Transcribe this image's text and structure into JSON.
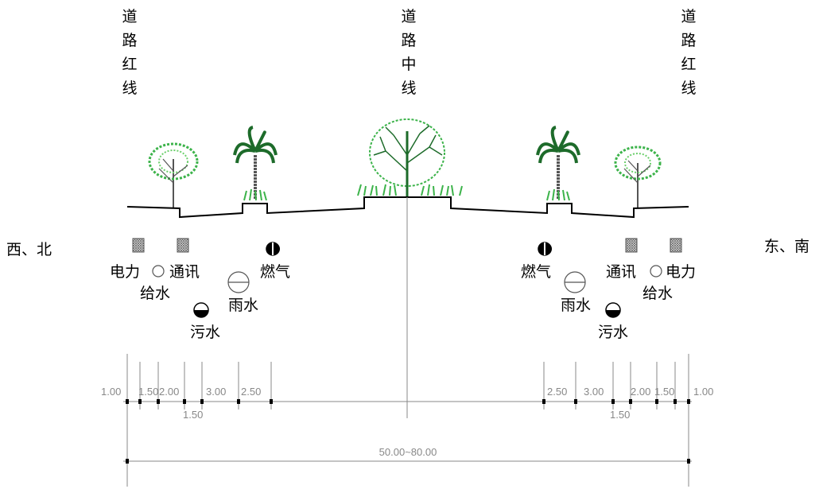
{
  "labels": {
    "left_red_line": [
      "道",
      "路",
      "红",
      "线"
    ],
    "center_line": [
      "道",
      "路",
      "中",
      "线"
    ],
    "right_red_line": [
      "道",
      "路",
      "红",
      "线"
    ],
    "west_north": "西、北",
    "east_south": "东、南"
  },
  "utilities_left": {
    "power": "电力",
    "telecom": "通讯",
    "water_supply": "给水",
    "gas": "燃气",
    "rainwater": "雨水",
    "sewage": "污水"
  },
  "utilities_right": {
    "power": "电力",
    "telecom": "通讯",
    "water_supply": "给水",
    "gas": "燃气",
    "rainwater": "雨水",
    "sewage": "污水"
  },
  "dimensions": {
    "left": {
      "d1": "1.00",
      "d2": "1.50",
      "d3": "2.00",
      "d4": "3.00",
      "d5": "2.50",
      "lower": "1.50"
    },
    "right": {
      "d1": "2.50",
      "d2": "3.00",
      "d3": "2.00",
      "d4": "1.50",
      "d5": "1.00",
      "lower": "1.50"
    },
    "total": "50.00~80.00"
  },
  "colors": {
    "tree_light": "#3cb34a",
    "tree_dark": "#1d6b2a",
    "trunk": "#555555",
    "line": "#000000",
    "dim_line": "#888888"
  }
}
